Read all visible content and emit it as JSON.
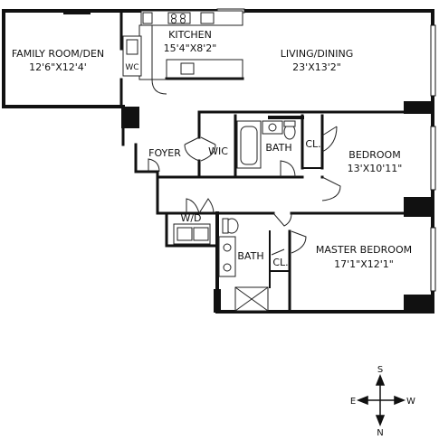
{
  "rooms": {
    "family": {
      "name": "FAMILY ROOM/DEN",
      "size": "12'6\"X12'4'"
    },
    "kitchen": {
      "name": "KITCHEN",
      "size": "15'4\"X8'2\""
    },
    "living": {
      "name": "LIVING/DINING",
      "size": "23'X13'2\""
    },
    "foyer": {
      "name": "FOYER"
    },
    "wic": {
      "name": "WIC"
    },
    "bath1": {
      "name": "BATH"
    },
    "closet1": {
      "name": "CL."
    },
    "bedroom": {
      "name": "BEDROOM",
      "size": "13'X10'11\""
    },
    "wd": {
      "name": "W/D"
    },
    "bath2": {
      "name": "BATH"
    },
    "closet2": {
      "name": "CL."
    },
    "master": {
      "name": "MASTER BEDROOM",
      "size": "17'1\"X12'1\""
    },
    "wc": {
      "name": "WC"
    }
  },
  "compass": {
    "north": "N",
    "south": "S",
    "east": "E",
    "west": "W"
  },
  "colors": {
    "wall": "#111111",
    "fixture": "#222222"
  }
}
